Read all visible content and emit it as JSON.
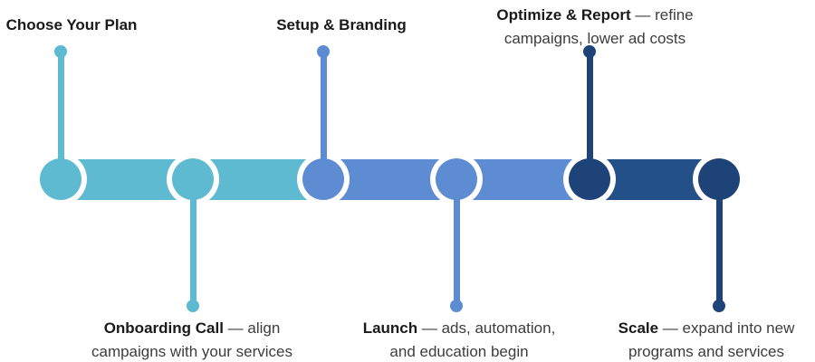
{
  "diagram": {
    "type": "horizontal-process-timeline",
    "step_count": 6,
    "steps": [
      {
        "title": "Choose Your Plan",
        "line1_rest": "",
        "line2": "",
        "side": "top",
        "color_key": "cyan"
      },
      {
        "title": "Onboarding Call",
        "line1_rest": " — align",
        "line2": "campaigns with your services",
        "side": "bottom",
        "color_key": "cyan"
      },
      {
        "title": "Setup & Branding",
        "line1_rest": "",
        "line2": "",
        "side": "top",
        "color_key": "medium"
      },
      {
        "title": "Launch",
        "line1_rest": " — ads, automation,",
        "line2": "and education begin",
        "side": "bottom",
        "color_key": "medium"
      },
      {
        "title": "Optimize & Report",
        "line1_rest": " — refine",
        "line2": "campaigns, lower ad costs",
        "side": "top",
        "color_key": "navy"
      },
      {
        "title": "Scale",
        "line1_rest": " — expand into new",
        "line2": "programs and services",
        "side": "bottom",
        "color_key": "navy"
      }
    ]
  },
  "colors": {
    "cyan": "#5ebad1",
    "medium": "#5d8cd3",
    "dark_bar": "#24508a",
    "dark_node": "#1e4378",
    "title_text": "#1a1a1a",
    "body_text": "#3d3d3d",
    "background": "#ffffff"
  }
}
